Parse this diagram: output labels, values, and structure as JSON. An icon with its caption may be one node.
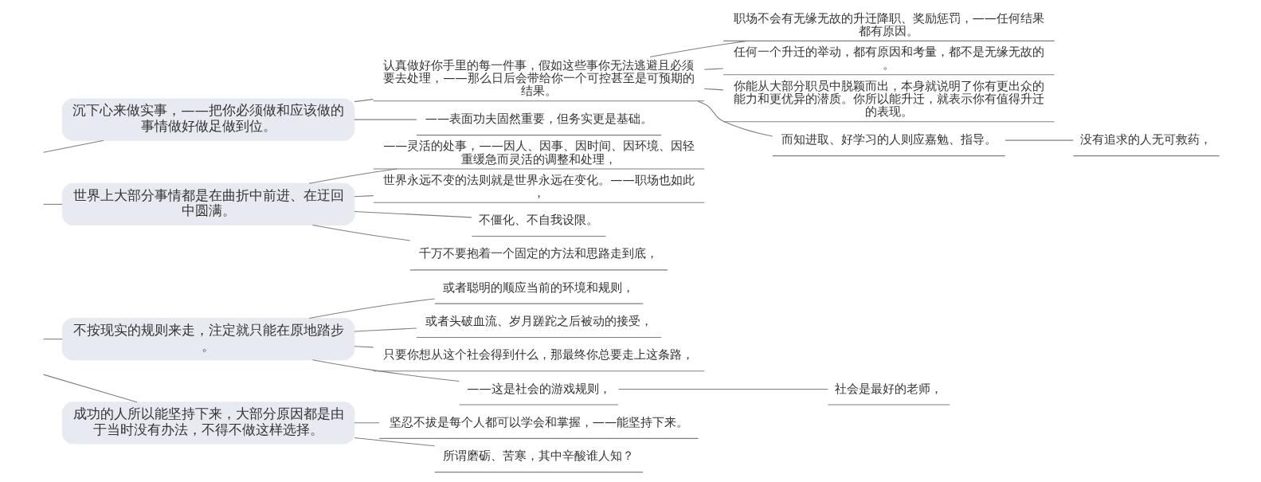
{
  "diagram": {
    "nodes": [
      {
        "text": [
          "沉下心来做实事，——把你必须做和应该做的事情做好做足做到位。"
        ]
      },
      {
        "text": [
          "认真做好你手里的每一件事，假如这些事你无法逃避且必须要去处理，——那么日后会带给你一个可控甚至是可预期的结果。"
        ]
      },
      {
        "text": [
          "职场不会有无缘无故的升迁降职、奖励惩罚，——任何结果都有原因。"
        ]
      },
      {
        "text": [
          "任何一个升迁的举动，都有原因和考量，都不是无缘无故的。"
        ]
      },
      {
        "text": [
          "你能从大部分职员中脱颖而出，本身就说明了你有更出众的能力和更优异的潜质。你所以能升迁，就表示你有值得升迁的表现。"
        ]
      },
      {
        "text": [
          "而知进取、好学习的人则应嘉勉、指导。"
        ]
      },
      {
        "text": [
          "没有追求的人无可救药，"
        ]
      },
      {
        "text": [
          "——表面功夫固然重要，但务实更是基础。"
        ]
      },
      {
        "text": [
          "世界上大部分事情都是在曲折中前进、在迂回中圆满。"
        ]
      },
      {
        "text": [
          "——灵活的处事，——因人、因事、因时间、因环境、因轻重缓急而灵活的调整和处理，"
        ]
      },
      {
        "text": [
          "世界永远不变的法则就是世界永远在变化。——职场也如此，"
        ]
      },
      {
        "text": [
          "不僵化、不自我设限。"
        ]
      },
      {
        "text": [
          "千万不要抱着一个固定的方法和思路走到底，"
        ]
      },
      {
        "text": [
          "不按现实的规则来走，注定就只能在原地踏步。"
        ]
      },
      {
        "text": [
          "或者聪明的顺应当前的环境和规则，"
        ]
      },
      {
        "text": [
          "或者头破血流、岁月蹉跎之后被动的接受，"
        ]
      },
      {
        "text": [
          "只要你想从这个社会得到什么，那最终你总要走上这条路，"
        ]
      },
      {
        "text": [
          "——这是社会的游戏规则，"
        ]
      },
      {
        "text": [
          "社会是最好的老师，"
        ]
      },
      {
        "text": [
          "成功的人所以能坚持下来，大部分原因都是由于当时没有办法，不得不做这样选择。"
        ]
      },
      {
        "text": [
          "坚忍不拔是每个人都可以学会和掌握，——能坚持下来。"
        ]
      },
      {
        "text": [
          "所谓磨砺、苦寒，其中辛酸谁人知？"
        ]
      }
    ],
    "edges": [
      {
        "from": null,
        "to": 0,
        "arrow": "none"
      },
      {
        "from": 0,
        "to": 1,
        "arrow": "none"
      },
      {
        "from": 1,
        "to": 2,
        "arrow": "none"
      },
      {
        "from": 1,
        "to": 3,
        "arrow": "none"
      },
      {
        "from": 1,
        "to": 4,
        "arrow": "none"
      },
      {
        "from": 1,
        "to": 5,
        "arrow": "none"
      },
      {
        "from": 5,
        "to": 6,
        "arrow": "none"
      },
      {
        "from": 0,
        "to": 7,
        "arrow": "none"
      },
      {
        "from": null,
        "to": 8,
        "arrow": "none"
      },
      {
        "from": 8,
        "to": 9,
        "arrow": "none"
      },
      {
        "from": 8,
        "to": 10,
        "arrow": "none"
      },
      {
        "from": 8,
        "to": 11,
        "arrow": "none"
      },
      {
        "from": 8,
        "to": 12,
        "arrow": "none"
      },
      {
        "from": null,
        "to": 13,
        "arrow": "none"
      },
      {
        "from": 13,
        "to": 14,
        "arrow": "none"
      },
      {
        "from": 13,
        "to": 15,
        "arrow": "none"
      },
      {
        "from": 13,
        "to": 16,
        "arrow": "none"
      },
      {
        "from": 13,
        "to": 17,
        "arrow": "none"
      },
      {
        "from": 17,
        "to": 18,
        "arrow": "none"
      },
      {
        "from": null,
        "to": 19,
        "arrow": "none"
      },
      {
        "from": 19,
        "to": 20,
        "arrow": "none"
      },
      {
        "from": 19,
        "to": 21,
        "arrow": "none"
      }
    ]
  }
}
